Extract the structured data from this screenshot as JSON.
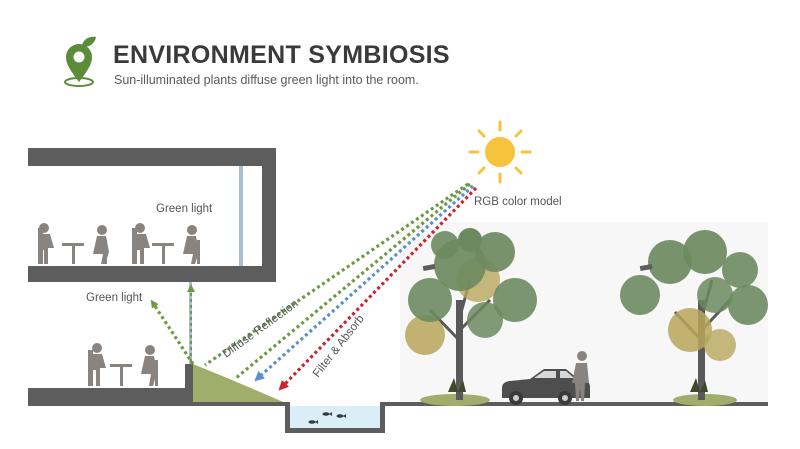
{
  "header": {
    "title": "ENVIRONMENT SYMBIOSIS",
    "subtitle": "Sun-illuminated plants diffuse green light into the room.",
    "logo_icon": "leaf-location-pin-icon"
  },
  "labels": {
    "green_light_upper": "Green light",
    "green_light_lower": "Green light",
    "rgb_model": "RGB color model",
    "diffuse_reflection": "Diffuse Reflection",
    "filter_absorb": "Filter & Absorb"
  },
  "colors": {
    "green_ray": "#6e9a45",
    "blue_ray": "#5b8fc9",
    "red_ray": "#c9252b",
    "sun": "#f7c23c",
    "building": "#5d5d5d",
    "grass": "#a1ad6a",
    "tree_green": "#6c8a5f",
    "tree_olive": "#b8a65b",
    "water": "#dbeef7"
  }
}
